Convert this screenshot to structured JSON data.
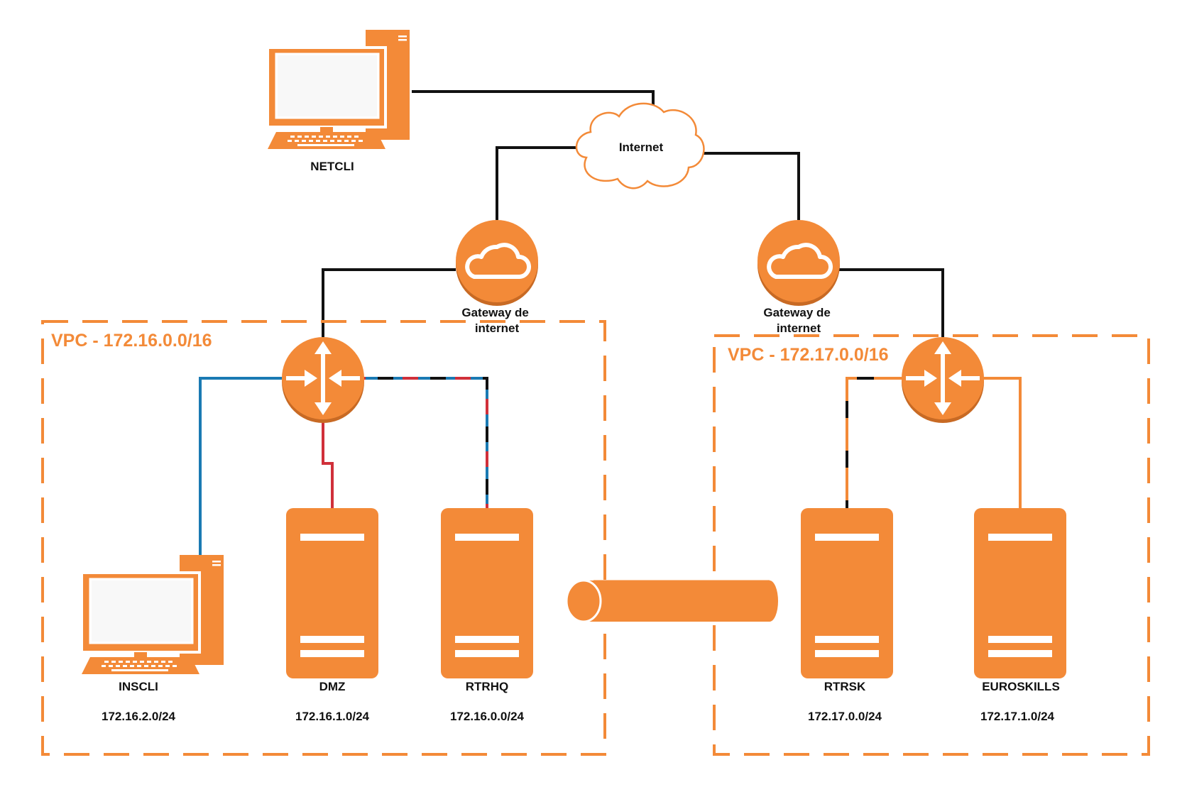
{
  "colors": {
    "orange": "#F38A38",
    "link_black": "#111111",
    "link_blue": "#1a7ab3",
    "link_red": "#d0303a"
  },
  "netcli": {
    "name": "NETCLI",
    "icon": "desktop-computer-icon"
  },
  "internet": {
    "label": "Internet",
    "icon": "cloud-icon"
  },
  "gateways": {
    "left": {
      "label_line1": "Gateway de",
      "label_line2": "internet",
      "icon": "internet-gateway-icon"
    },
    "right": {
      "label_line1": "Gateway de",
      "label_line2": "internet",
      "icon": "internet-gateway-icon"
    }
  },
  "vpcs": {
    "left": {
      "label": "VPC - 172.16.0.0/16",
      "router_icon": "router-icon"
    },
    "right": {
      "label": "VPC - 172.17.0.0/16",
      "router_icon": "router-icon"
    }
  },
  "hosts": {
    "inscli": {
      "name": "INSCLI",
      "subnet": "172.16.2.0/24",
      "icon": "desktop-computer-icon"
    },
    "dmz": {
      "name": "DMZ",
      "subnet": "172.16.1.0/24",
      "icon": "server-icon"
    },
    "rtrhq": {
      "name": "RTRHQ",
      "subnet": "172.16.0.0/24",
      "icon": "server-icon"
    },
    "rtrsk": {
      "name": "RTRSK",
      "subnet": "172.17.0.0/24",
      "icon": "server-icon"
    },
    "euroskills": {
      "name": "EUROSKILLS",
      "subnet": "172.17.1.0/24",
      "icon": "server-icon"
    }
  },
  "tunnel": {
    "icon": "vpn-tunnel-icon"
  }
}
